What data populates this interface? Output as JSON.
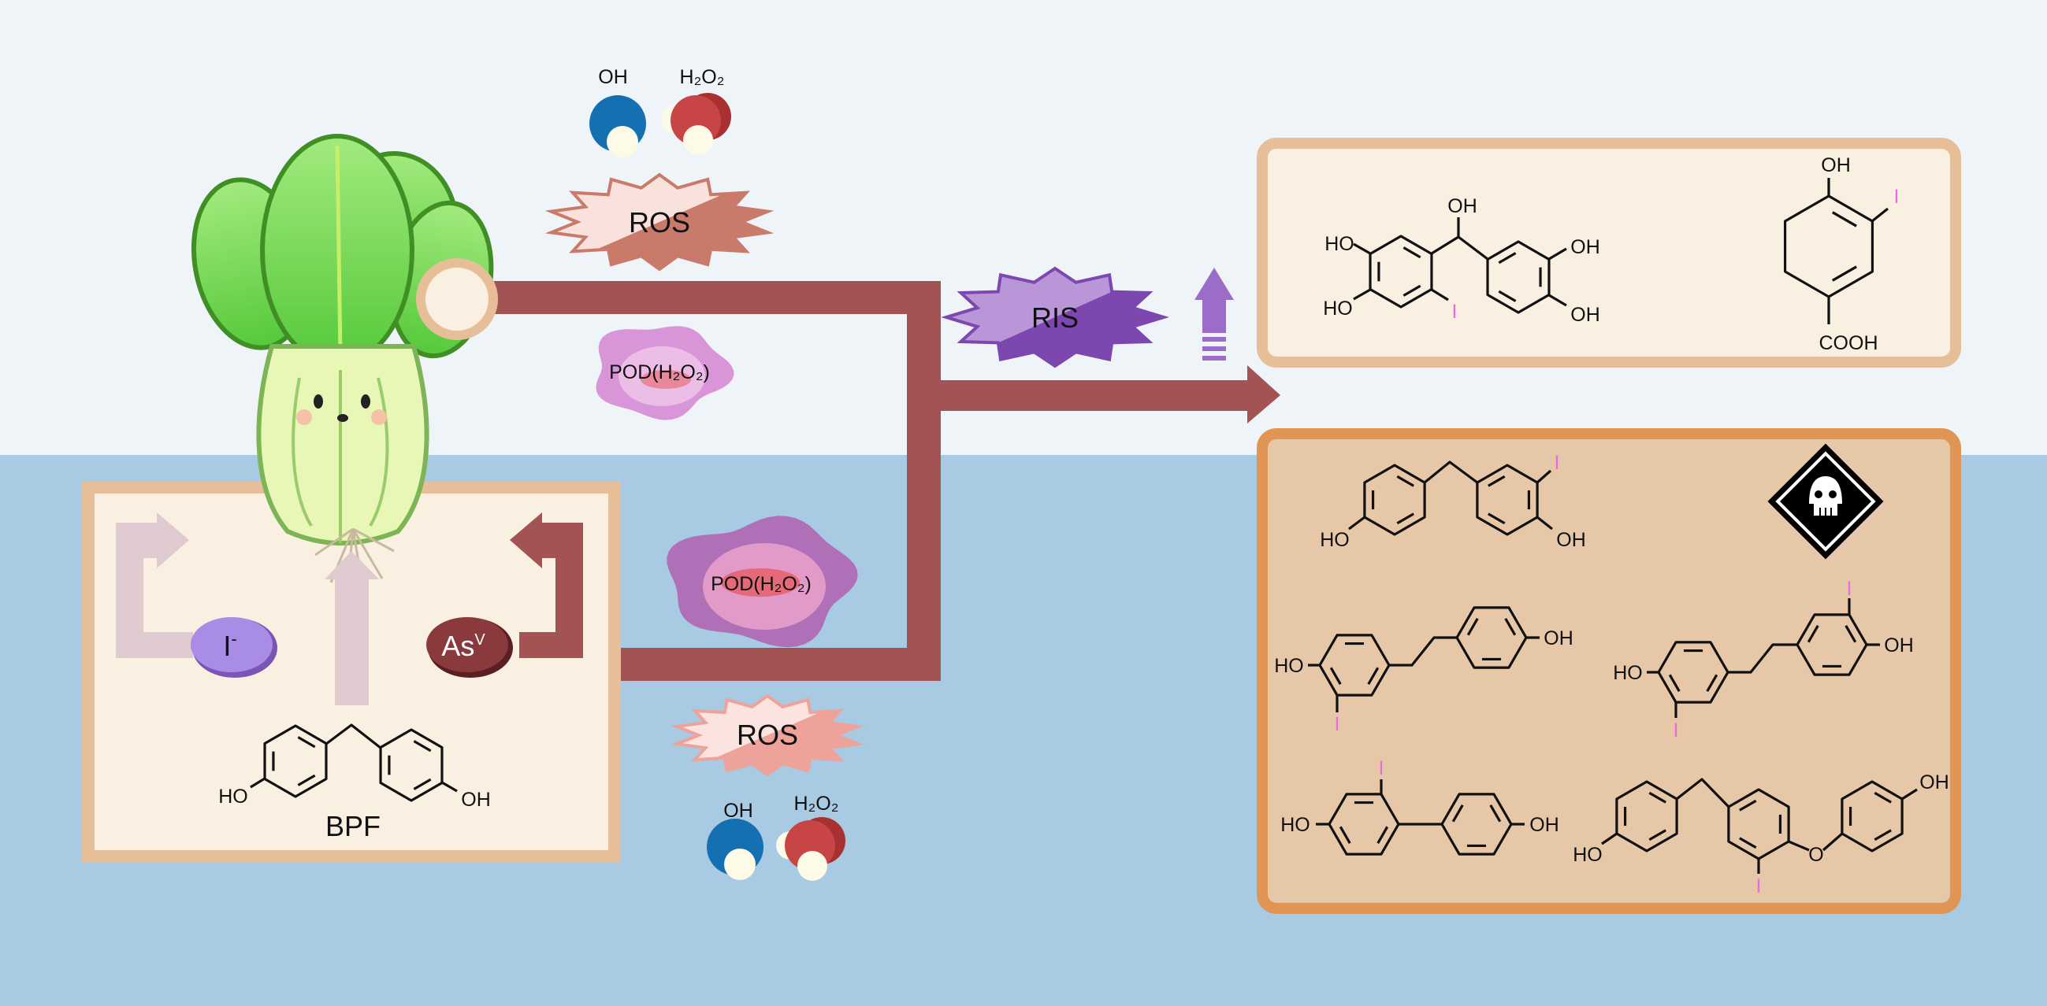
{
  "top_species": {
    "hydroxyl": "OH",
    "peroxide": "H₂O₂"
  },
  "bottom_species": {
    "hydroxyl": "OH",
    "peroxide": "H₂O₂"
  },
  "ros_top": "ROS",
  "pod_top": "POD(H₂O₂)",
  "ris": "RIS",
  "pod_bottom": "POD(H₂O₂)",
  "ros_bottom": "ROS",
  "ions": {
    "iodide": {
      "base": "I",
      "sup": "-"
    },
    "arsenate": {
      "base": "As",
      "sup": "V"
    }
  },
  "bpf": {
    "name": "BPF",
    "labels": [
      "HO",
      "OH"
    ]
  },
  "products_upper": [
    {
      "labels": [
        "OH",
        "HO",
        "HO",
        "I",
        "OH",
        "OH"
      ]
    },
    {
      "labels": [
        "OH",
        "I",
        "COOH"
      ]
    }
  ],
  "products_lower": [
    {
      "labels": [
        "HO",
        "OH",
        "I"
      ]
    },
    {
      "labels": [
        "HO",
        "OH",
        "I"
      ]
    },
    {
      "labels": [
        "HO",
        "OH",
        "I",
        "I"
      ]
    },
    {
      "labels": [
        "HO",
        "OH",
        "I"
      ]
    },
    {
      "labels": [
        "HO",
        "O",
        "OH",
        "I"
      ]
    }
  ],
  "icons": {
    "toxicity": "skull-hazard-icon"
  },
  "colors": {
    "air": "#eef4f8",
    "soil": "#a8cae3",
    "pipe": "#a35353",
    "box_light_border": "#e6bf98",
    "box_light_fill": "#faf0e2",
    "box_dark_border": "#e09555",
    "box_dark_fill": "#e6c8a8",
    "iodine_label": "#e86ce0",
    "ris": "#8a55c0"
  }
}
